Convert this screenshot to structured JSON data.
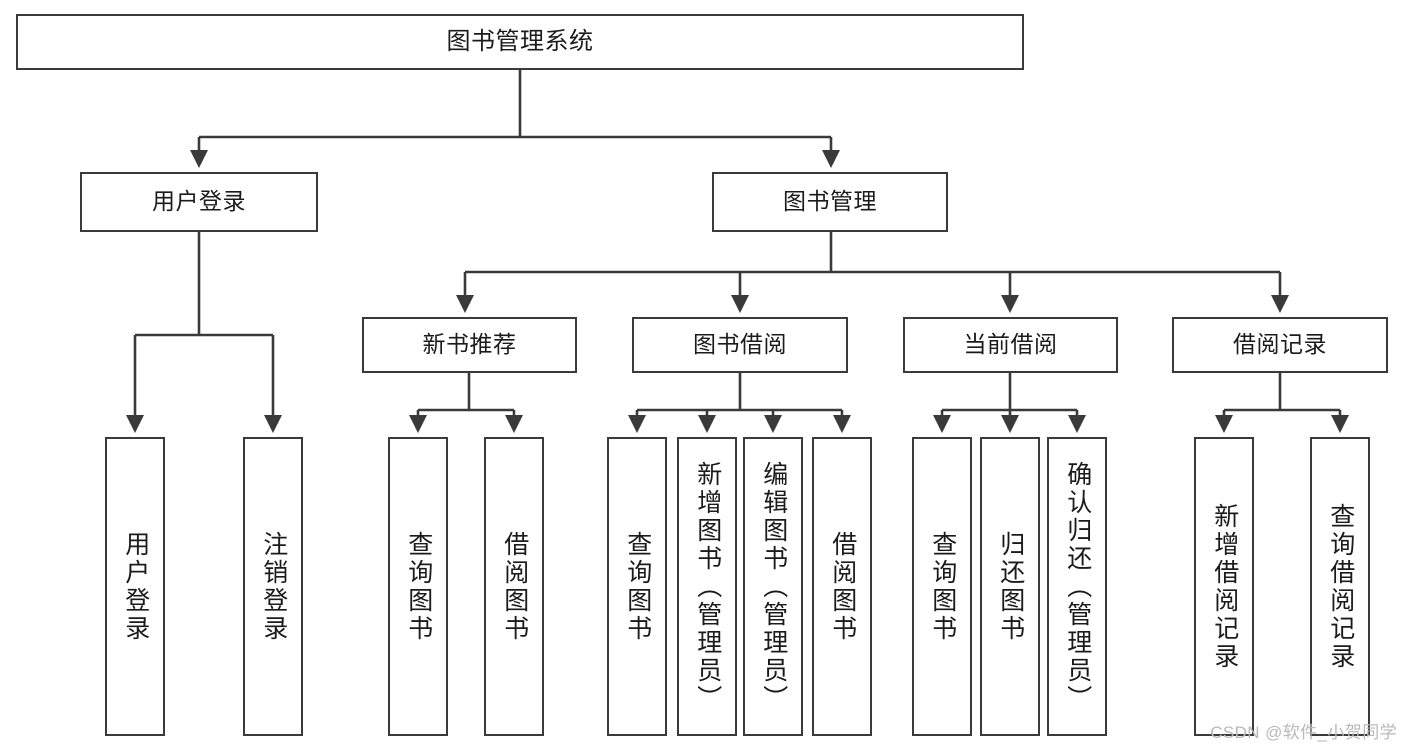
{
  "diagram": {
    "title": "图书管理系统",
    "watermark": "CSDN @软件_小贺同学",
    "stroke_color": "#3a3a3a",
    "text_color": "#1b1b1b",
    "background": "#ffffff"
  },
  "nodes": {
    "root": {
      "label": "图书管理系统"
    },
    "level2": [
      {
        "label": "用户登录"
      },
      {
        "label": "图书管理"
      }
    ],
    "level3": [
      {
        "label": "新书推荐"
      },
      {
        "label": "图书借阅"
      },
      {
        "label": "当前借阅"
      },
      {
        "label": "借阅记录"
      }
    ],
    "leaves": {
      "user_login": [
        {
          "label": "用户登录"
        },
        {
          "label": "注销登录"
        }
      ],
      "new_book_recommend": [
        {
          "label": "查询图书"
        },
        {
          "label": "借阅图书"
        }
      ],
      "book_borrow": [
        {
          "label": "查询图书"
        },
        {
          "label": "新增图书（管理员）"
        },
        {
          "label": "编辑图书（管理员）"
        },
        {
          "label": "借阅图书"
        }
      ],
      "current_borrow": [
        {
          "label": "查询图书"
        },
        {
          "label": "归还图书"
        },
        {
          "label": "确认归还（管理员）"
        }
      ],
      "borrow_record": [
        {
          "label": "新增借阅记录"
        },
        {
          "label": "查询借阅记录"
        }
      ]
    }
  }
}
